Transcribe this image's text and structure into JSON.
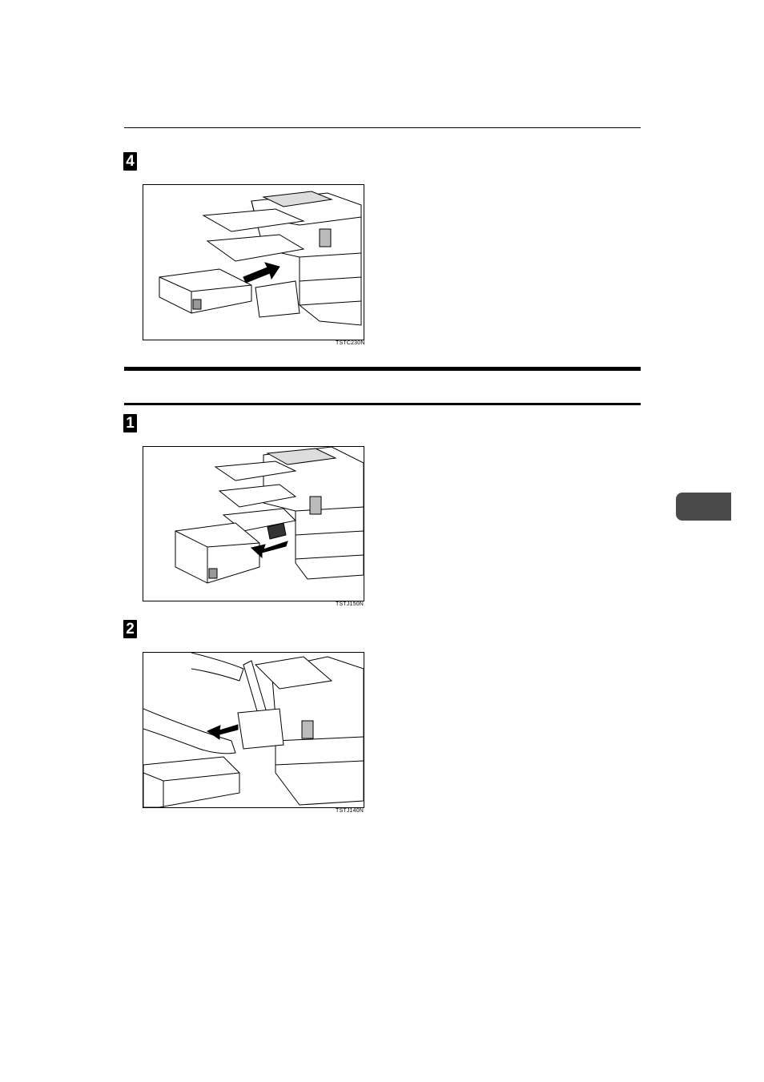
{
  "steps": [
    {
      "marker": "4",
      "caption": "TSTC230N"
    },
    {
      "marker": "1",
      "caption": "TSTJ150N"
    },
    {
      "marker": "2",
      "caption": "TSTJ140N"
    }
  ],
  "side_tab": {
    "color": "#4a4a4a"
  }
}
